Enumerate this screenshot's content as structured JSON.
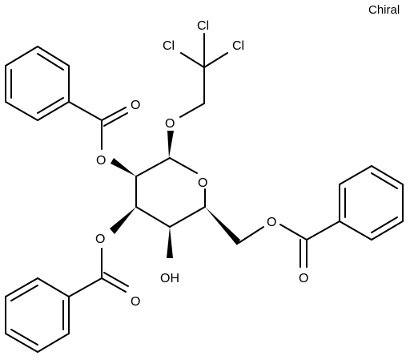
{
  "figure": {
    "chirality_note": "Chiral"
  },
  "atoms": {
    "cl_top": "Cl",
    "cl_left": "Cl",
    "cl_right": "Cl",
    "o_ether": "O",
    "o_ring": "O",
    "o_ester_c2": "O",
    "o_carbonyl_c2": "O",
    "o_ester_c3": "O",
    "o_carbonyl_c3": "O",
    "oh_c4": "OH",
    "o_ester_c6": "O",
    "o_carbonyl_c6": "O"
  },
  "colors": {
    "ink": "#000000",
    "background": "#ffffff"
  }
}
